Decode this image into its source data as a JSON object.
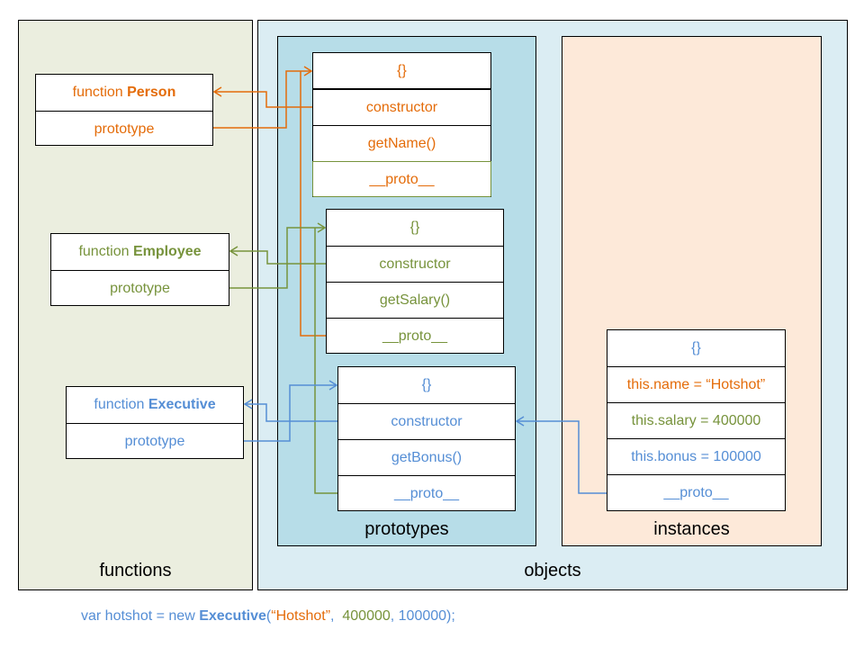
{
  "colors": {
    "person": "#e46c0a",
    "employee": "#77933c",
    "executive": "#558ed5",
    "functions_bg": "#ebeedf",
    "objects_bg": "#dbedf3",
    "prototypes_bg": "#b7dde8",
    "instances_bg": "#fde9d9"
  },
  "panels": {
    "functions": "functions",
    "objects": "objects",
    "prototypes": "prototypes",
    "instances": "instances"
  },
  "functions": [
    {
      "keyword": "function ",
      "name": "Person",
      "prototype": "prototype"
    },
    {
      "keyword": "function ",
      "name": "Employee",
      "prototype": "prototype"
    },
    {
      "keyword": "function ",
      "name": "Executive",
      "prototype": "prototype"
    }
  ],
  "prototypes": [
    {
      "rows": [
        "{}",
        "constructor",
        "getName()",
        "__proto__"
      ]
    },
    {
      "rows": [
        "{}",
        "constructor",
        "getSalary()",
        "__proto__"
      ]
    },
    {
      "rows": [
        "{}",
        "constructor",
        "getBonus()",
        "__proto__"
      ]
    }
  ],
  "instance": {
    "rows": [
      "{}",
      "this.name = “Hotshot”",
      "this.salary = 400000",
      "this.bonus = 100000",
      "__proto__"
    ]
  },
  "code": {
    "prefix": "var hotshot = new ",
    "ctor": "Executive",
    "open": "(",
    "arg1": "“Hotshot”",
    "sep1": ",  ",
    "arg2": "400000",
    "sep2": ", ",
    "arg3": "100000",
    "close": ");"
  }
}
